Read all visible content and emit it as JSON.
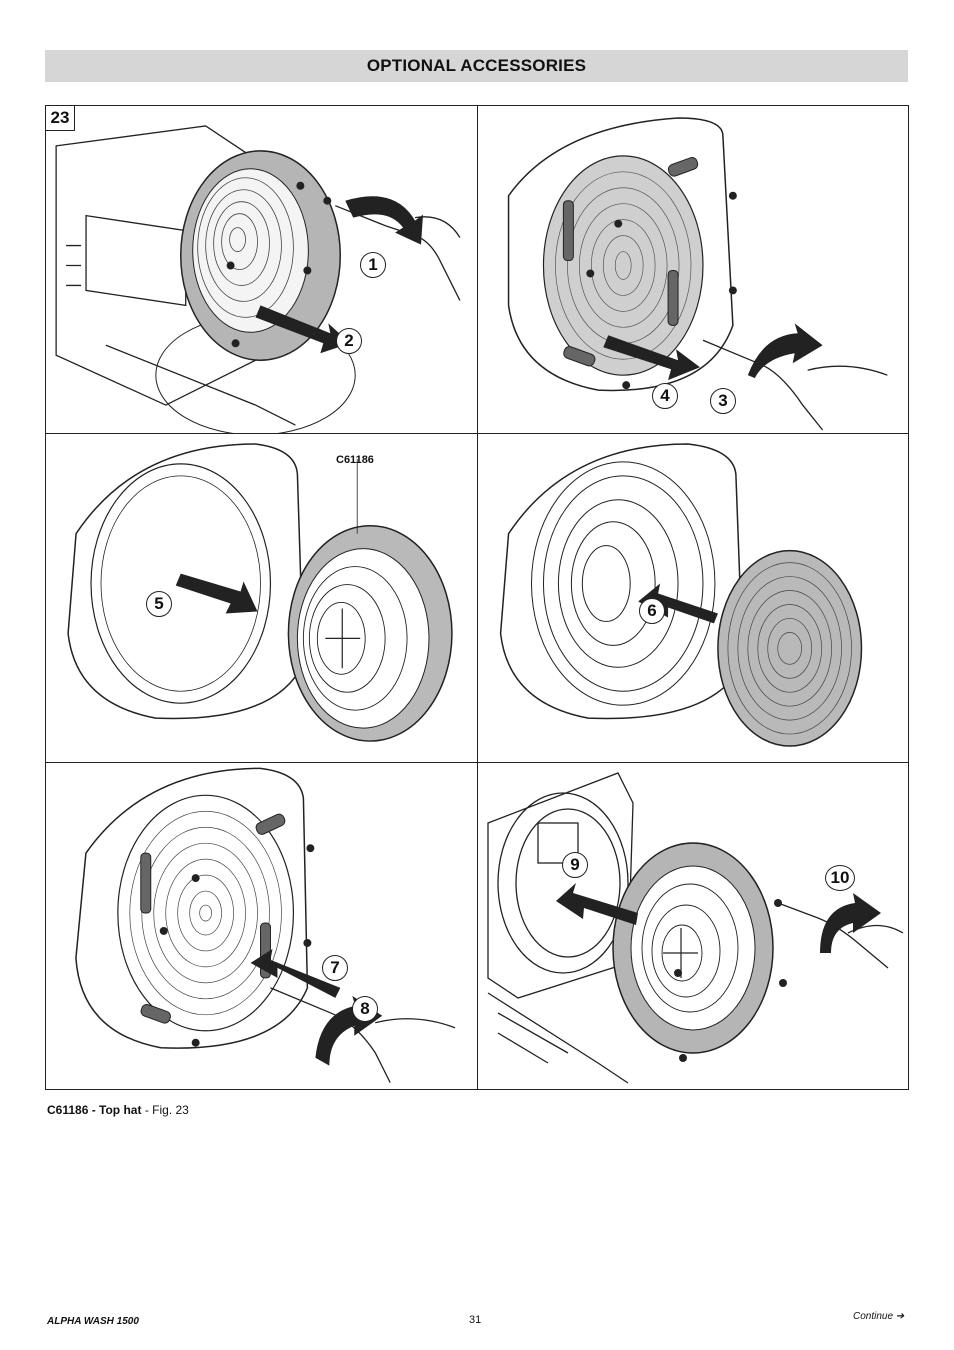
{
  "header": {
    "title": "OPTIONAL ACCESSORIES"
  },
  "figure": {
    "number": "23",
    "part_code": "C61186",
    "steps": [
      "1",
      "2",
      "3",
      "4",
      "5",
      "6",
      "7",
      "8",
      "9",
      "10"
    ]
  },
  "caption": {
    "bold": "C61186 - Top hat",
    "rest": " - Fig. 23"
  },
  "footer": {
    "product": "ALPHA WASH 1500",
    "page": "31",
    "continue": "Continue ➔"
  }
}
